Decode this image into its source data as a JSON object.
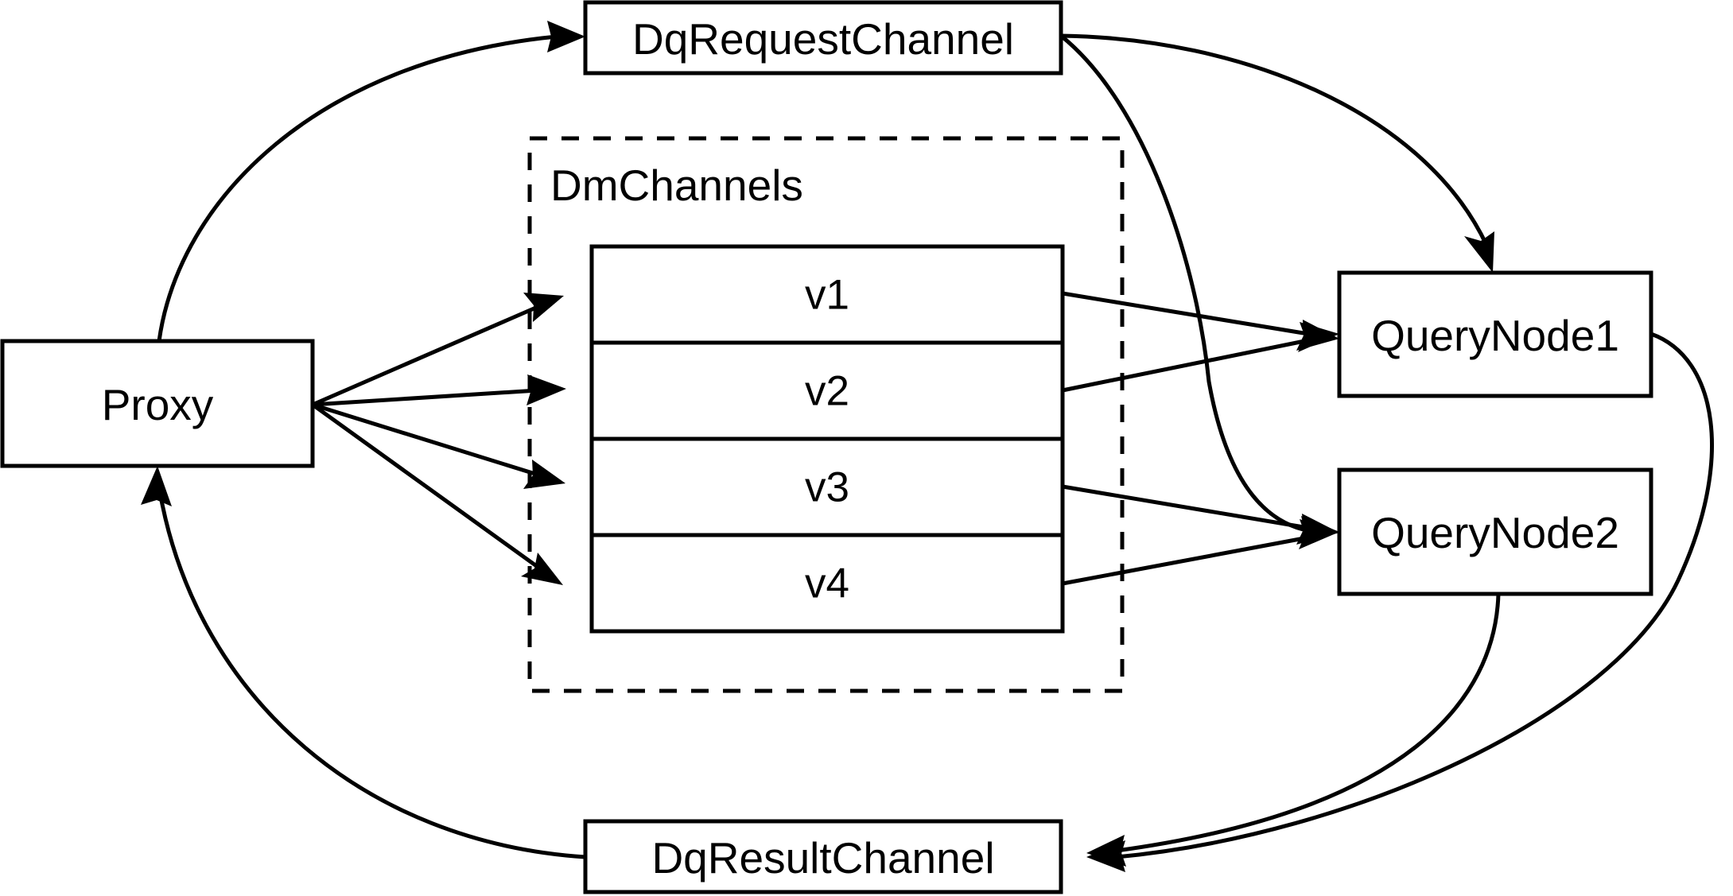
{
  "diagram": {
    "title": "Milvus distributed query channel flow",
    "background_color": "#ffffff",
    "stroke_color": "#000000",
    "nodes": {
      "proxy": {
        "label": "Proxy"
      },
      "dq_request_channel": {
        "label": "DqRequestChannel"
      },
      "dq_result_channel": {
        "label": "DqResultChannel"
      },
      "query_node_1": {
        "label": "QueryNode1"
      },
      "query_node_2": {
        "label": "QueryNode2"
      }
    },
    "group": {
      "label": "DmChannels",
      "style": "dashed"
    },
    "channel_rows": [
      {
        "label": "v1"
      },
      {
        "label": "v2"
      },
      {
        "label": "v3"
      },
      {
        "label": "v4"
      }
    ],
    "edges": [
      {
        "from": "Proxy",
        "to": "DqRequestChannel",
        "style": "curved",
        "arrow": true
      },
      {
        "from": "DqRequestChannel",
        "to": "QueryNode1",
        "style": "curved",
        "arrow": true
      },
      {
        "from": "DqRequestChannel",
        "to": "QueryNode2",
        "style": "curved",
        "arrow": true
      },
      {
        "from": "Proxy",
        "to": "v1",
        "style": "straight",
        "arrow": true
      },
      {
        "from": "Proxy",
        "to": "v2",
        "style": "straight",
        "arrow": true
      },
      {
        "from": "Proxy",
        "to": "v3",
        "style": "straight",
        "arrow": true
      },
      {
        "from": "Proxy",
        "to": "v4",
        "style": "straight",
        "arrow": true
      },
      {
        "from": "v1",
        "to": "QueryNode1",
        "style": "straight",
        "arrow": true
      },
      {
        "from": "v2",
        "to": "QueryNode1",
        "style": "straight",
        "arrow": true
      },
      {
        "from": "v3",
        "to": "QueryNode2",
        "style": "straight",
        "arrow": true
      },
      {
        "from": "v4",
        "to": "QueryNode2",
        "style": "straight",
        "arrow": true
      },
      {
        "from": "QueryNode1",
        "to": "DqResultChannel",
        "style": "curved",
        "arrow": true
      },
      {
        "from": "QueryNode2",
        "to": "DqResultChannel",
        "style": "curved",
        "arrow": true
      },
      {
        "from": "DqResultChannel",
        "to": "Proxy",
        "style": "curved",
        "arrow": true
      }
    ]
  }
}
